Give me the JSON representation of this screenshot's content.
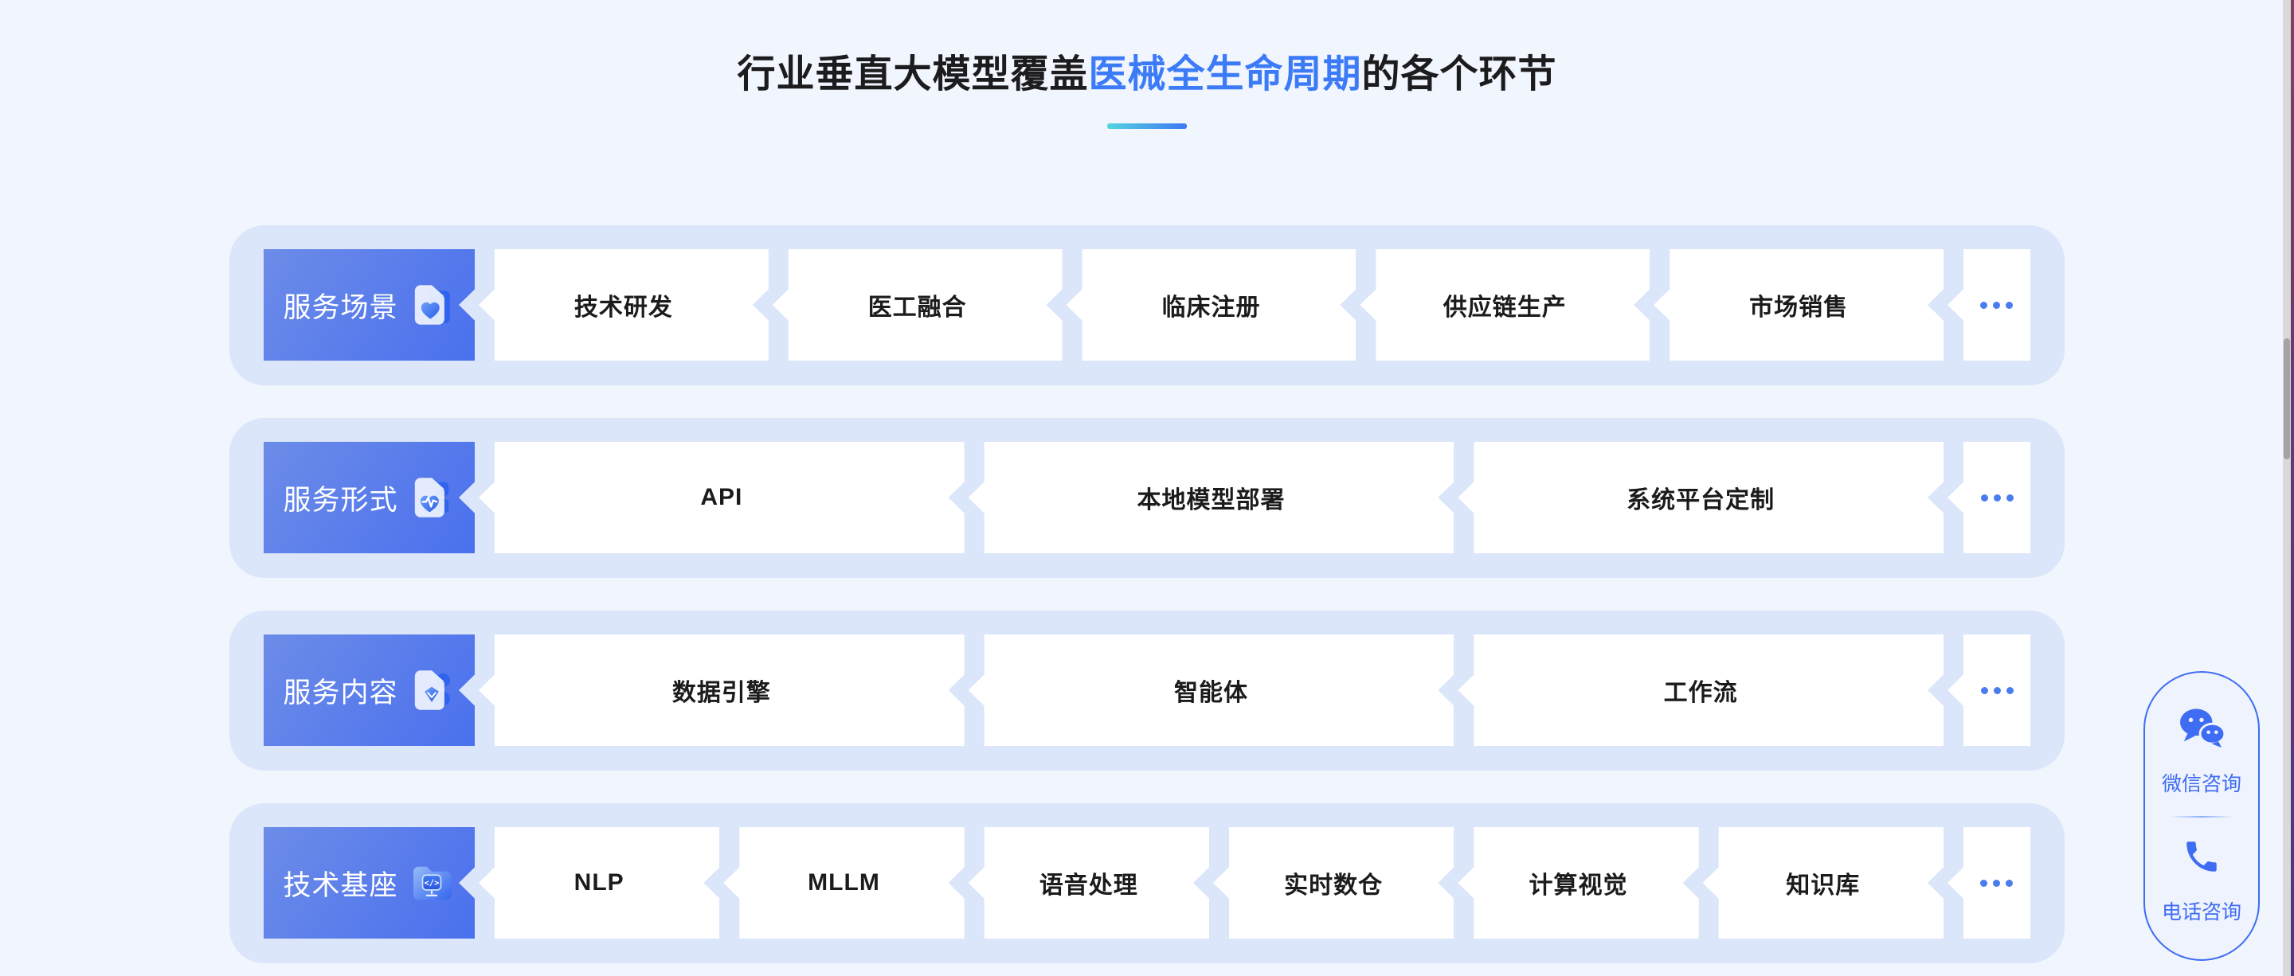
{
  "title": {
    "prefix": "行业垂直大模型覆盖",
    "highlight": "医械全生命周期",
    "suffix": "的各个环节"
  },
  "rows": [
    {
      "name": "service-scenarios",
      "label": "服务场景",
      "icon": "doc-heart",
      "items": [
        "技术研发",
        "医工融合",
        "临床注册",
        "供应链生产",
        "市场销售"
      ],
      "more": "···"
    },
    {
      "name": "service-forms",
      "label": "服务形式",
      "icon": "doc-pulse",
      "items": [
        "API",
        "本地模型部署",
        "系统平台定制"
      ],
      "more": "···"
    },
    {
      "name": "service-content",
      "label": "服务内容",
      "icon": "doc-gem",
      "items": [
        "数据引擎",
        "智能体",
        "工作流"
      ],
      "more": "···"
    },
    {
      "name": "tech-foundation",
      "label": "技术基座",
      "icon": "folder-code",
      "items": [
        "NLP",
        "MLLM",
        "语音处理",
        "实时数仓",
        "计算视觉",
        "知识库"
      ],
      "more": "···"
    }
  ],
  "contact_widget": {
    "wechat_label": "微信咨询",
    "phone_label": "电话咨询"
  },
  "colors": {
    "page_bg": "#f1f5fd",
    "row_bg": "#dbe6fa",
    "label_gradient_from": "#6c8ce8",
    "label_gradient_to": "#4a70ee",
    "title_highlight": "#3c7bf8",
    "underline_from": "#55d4dd",
    "underline_to": "#3e78f5",
    "accent_blue": "#3e6cf3",
    "dot_blue": "#4a7cf0"
  }
}
